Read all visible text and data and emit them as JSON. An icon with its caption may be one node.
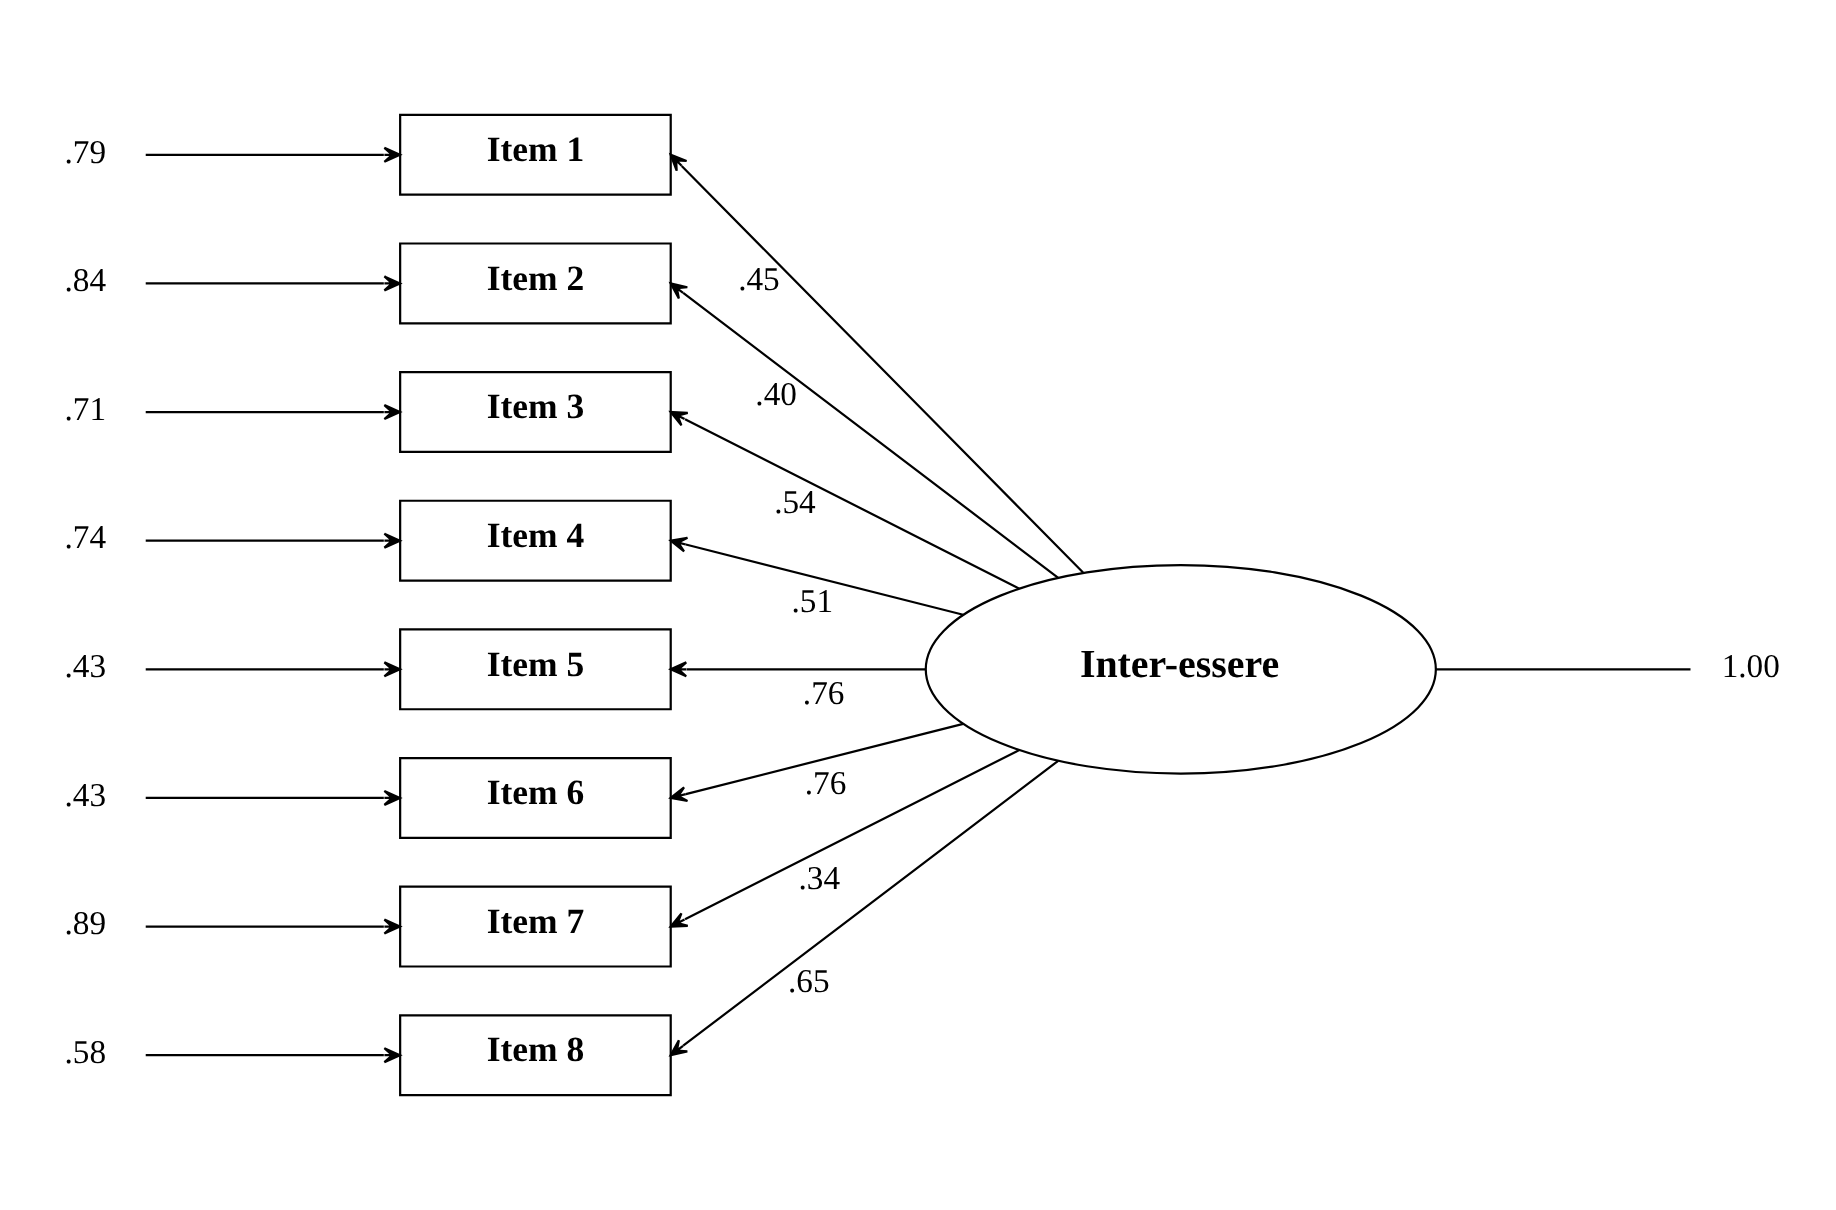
{
  "diagram": {
    "nodes": [
      {
        "text": [
          "Item 1"
        ]
      },
      {
        "text": [
          "Item 2"
        ]
      },
      {
        "text": [
          "Item 3"
        ]
      },
      {
        "text": [
          "Item 4"
        ]
      },
      {
        "text": [
          "Item 5"
        ]
      },
      {
        "text": [
          "Item 6"
        ]
      },
      {
        "text": [
          "Item 7"
        ]
      },
      {
        "text": [
          "Item 8"
        ]
      },
      {
        "text": [
          "Inter-essere"
        ]
      },
      {
        "text": [
          ".79"
        ]
      },
      {
        "text": [
          ".84"
        ]
      },
      {
        "text": [
          ".71"
        ]
      },
      {
        "text": [
          ".74"
        ]
      },
      {
        "text": [
          ".43"
        ]
      },
      {
        "text": [
          ".43"
        ]
      },
      {
        "text": [
          ".89"
        ]
      },
      {
        "text": [
          ".58"
        ]
      },
      {
        "text": [
          "1.00"
        ]
      }
    ],
    "edges": [
      {
        "from": 9,
        "to": 0,
        "arrow": "to"
      },
      {
        "from": 10,
        "to": 1,
        "arrow": "to"
      },
      {
        "from": 11,
        "to": 2,
        "arrow": "to"
      },
      {
        "from": 12,
        "to": 3,
        "arrow": "to"
      },
      {
        "from": 13,
        "to": 4,
        "arrow": "to"
      },
      {
        "from": 14,
        "to": 5,
        "arrow": "to"
      },
      {
        "from": 15,
        "to": 6,
        "arrow": "to"
      },
      {
        "from": 16,
        "to": 7,
        "arrow": "to"
      },
      {
        "from": 8,
        "to": 0,
        "arrow": "to",
        "label": ".45"
      },
      {
        "from": 8,
        "to": 1,
        "arrow": "to",
        "label": ".40"
      },
      {
        "from": 8,
        "to": 2,
        "arrow": "to",
        "label": ".54"
      },
      {
        "from": 8,
        "to": 3,
        "arrow": "to",
        "label": ".51"
      },
      {
        "from": 8,
        "to": 4,
        "arrow": "to",
        "label": ".76"
      },
      {
        "from": 8,
        "to": 5,
        "arrow": "to",
        "label": ".76"
      },
      {
        "from": 8,
        "to": 6,
        "arrow": "to",
        "label": ".34"
      },
      {
        "from": 8,
        "to": 7,
        "arrow": "to",
        "label": ".65"
      },
      {
        "from": 8,
        "to": 17,
        "arrow": "none"
      }
    ]
  }
}
